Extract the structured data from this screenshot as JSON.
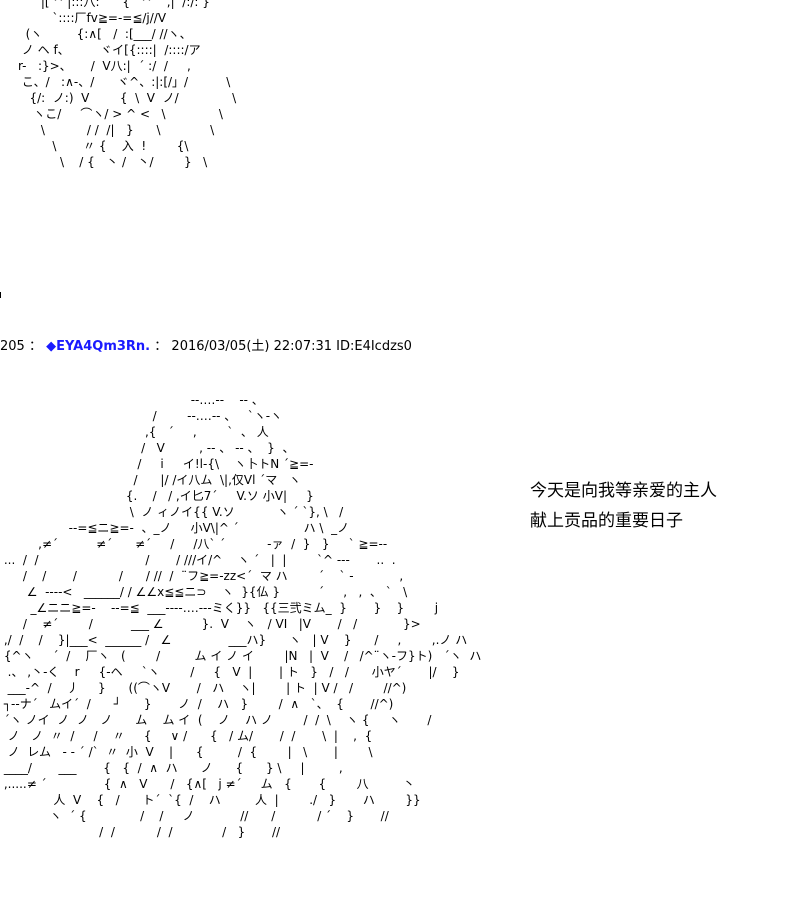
{
  "art_top": [
    "      |[ ^ |:::八:      {   ^    ,|  /:/: }",
    "         `::::厂fv≧=-=≦/j//V",
    "  (ヽ         {:∧[   /  :[___/ //ヽ、",
    " ノ ヘ f、        ヾイ[{::::|  /::::/ア",
    "r-   :}>、     /  V八:|  ´ :/  /     ,",
    " こ、/   :∧-、/      ヾ^、:|:[/」/          \\",
    "   {/:  ノ:)  V        {  \\  V  ノ/              \\",
    "    ヽこ/     ⌒ヽ/ > ^ <   \\              \\",
    "      \\           / /  /|   }      \\             \\",
    "         \\       〃 {    入  !        {\\",
    "           \\    / {   丶 /   丶/        }   \\"
  ],
  "post": {
    "number": "205",
    "separator": "：",
    "trip": "◆EYA4Qm3Rn.",
    "separator2": "：",
    "date": "2016/03/05(土) 22:07:31 ID:E4Icdzs0"
  },
  "caption": {
    "line1": "今天是向我等亲爱的主人",
    "line2": "献上贡品的重要日子"
  },
  "art_bottom": [
    "                                                  --‥‥--    -- 、",
    "                                        /        --‥‥-- 、   `ヽ‐ヽ",
    "                                      ,{   ´     ,        `  、 人",
    "                                     /   V         , -‐ 、 -- 、  }  、",
    "                                    /     i     イ!l-{\\    ヽ卜トN ´≧=-",
    "                                   /      |/ /イ八ム  \\|,仅Vl ´マ   ヽ",
    "                                 {.    /   / ,イ匕7´     V.ソ 小V|     }",
    "                                  \\  ノ ィノイ{{ V.ソ           ヽ ´ `}, \\   /",
    "                  ‐-=≦ニ≧=-  、_ノ     小V\\|^ ´                 ハ \\  _ノ",
    "          ,≠´          ≠´      ≠´     /     /八` ´           ‐ァ  /  }   }     ` ≧=--",
    " ...  /  /                            /       / ///イ/^    ヽ ´   |  |        `^ ---       ..  .",
    "      /    /       /           /      / //  /  ¨フ≧=-zz<´  マ ハ        ´    ` -            ,",
    "       ∠  ----<   ______/ / ∠∠x≦≦ニ⊃    ヽ  }{仏 }          ´     ,   ,  、 `   \\",
    "        _∠ニニ≧=-    --=≦  ___----‥‥---ミく}}   {{三弐ミム_  }       }    }        j",
    "      /    ≠´        /          ___ ∠          }.  V    ヽ   / VI   |V       /   /            }>",
    " ,/  /    /    }|___<  ______ /   ∠               ___ハ}      ヽ   | V    }      /     ,        ,.ノ ハ",
    " {^ヽ     ´  /    厂ヽ   (        /         ム イ ノ イ        |N   |  V    /   /^¨ヽ-フ}ト)   ´ヽ  ハ",
    "  .、 ,丶-く    r     {-ヘ     `ヽ        /     {   V  |       | ト   }   /   /      小ヤ´       |/    }",
    "  ___-^  /    丿     }      ((⌒ヽV       /   ハ    ヽ|        | ト  | V /   /        //^)",
    " ┐--ナ´   ムイ´  /      ┘      }       ノ  /    ハ   }        /  ∧   `、  {       //^)",
    " ´ヽ ノイ  ノ  ノ   ノ      ム    ム イ  (    ノ    ハ ノ        /  /  \\    ヽ {     ヽ       /",
    "  ノ   ノ  〃  /     /    〃     {     ∨ /      {   / ム/       /  /       \\  |    ,  {",
    "  ノ  レム   - ‐ ´ /`  〃  小  V    |      {         /  {        |   \\       |        \\",
    " ____/       ___       {   {  /  ∧  ハ      ノ      {      } \\     |         ,",
    " ,.....≠ ´               {  ∧   V      /   {∧[   j ≠´     ム   {       {        八         丶",
    "              人  V    {   /      ト´  `{  /    ハ         人  |        ./   }       ハ        }}",
    "             ヽ  ´ {              /    /     ノ            //      /           / ´    }       //",
    "                          /  /           /  /             /   }       //"
  ]
}
